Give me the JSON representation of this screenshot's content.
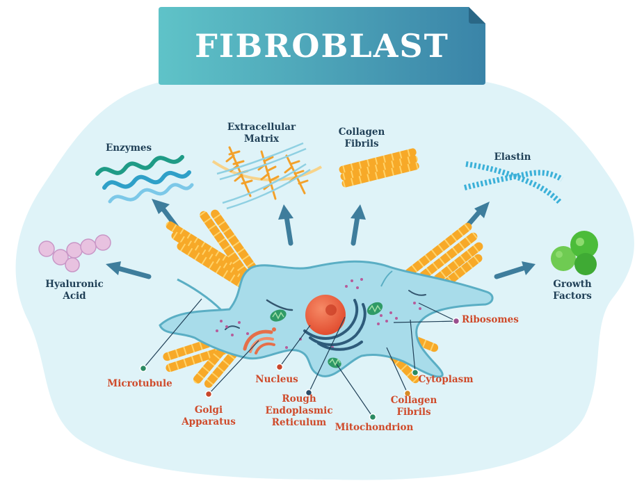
{
  "title": "FIBROBLAST",
  "products": {
    "enzymes": "Enzymes",
    "ecm_line1": "Extracellular",
    "ecm_line2": "Matrix",
    "collagen_line1": "Collagen",
    "collagen_line2": "Fibrils",
    "elastin": "Elastin",
    "hyaluronic_line1": "Hyaluronic",
    "hyaluronic_line2": "Acid",
    "growth_line1": "Growth",
    "growth_line2": "Factors"
  },
  "parts": {
    "ribosomes": "Ribosomes",
    "microtubule": "Microtubule",
    "nucleus": "Nucleus",
    "cytoplasm": "Cytoplasm",
    "golgi_line1": "Golgi",
    "golgi_line2": "Apparatus",
    "rer_line1": "Rough",
    "rer_line2": "Endoplasmic",
    "rer_line3": "Reticulum",
    "collagen_line1": "Collagen",
    "collagen_line2": "Fibrils",
    "mitochondrion": "Mitochondrion"
  },
  "colors": {
    "banner_start": "#5fc3c8",
    "banner_end": "#3a84a8",
    "background_blob": "#dff3f8",
    "cell_fill": "#a8dcea",
    "cell_stroke": "#5aaec4",
    "nucleus": "#ee6a48",
    "fiber_orange": "#f7a928",
    "arrow": "#3e7d9c",
    "label_dark": "#1f3f56",
    "label_red": "#cf4a2a",
    "growth_green": "#4cbc3a"
  }
}
